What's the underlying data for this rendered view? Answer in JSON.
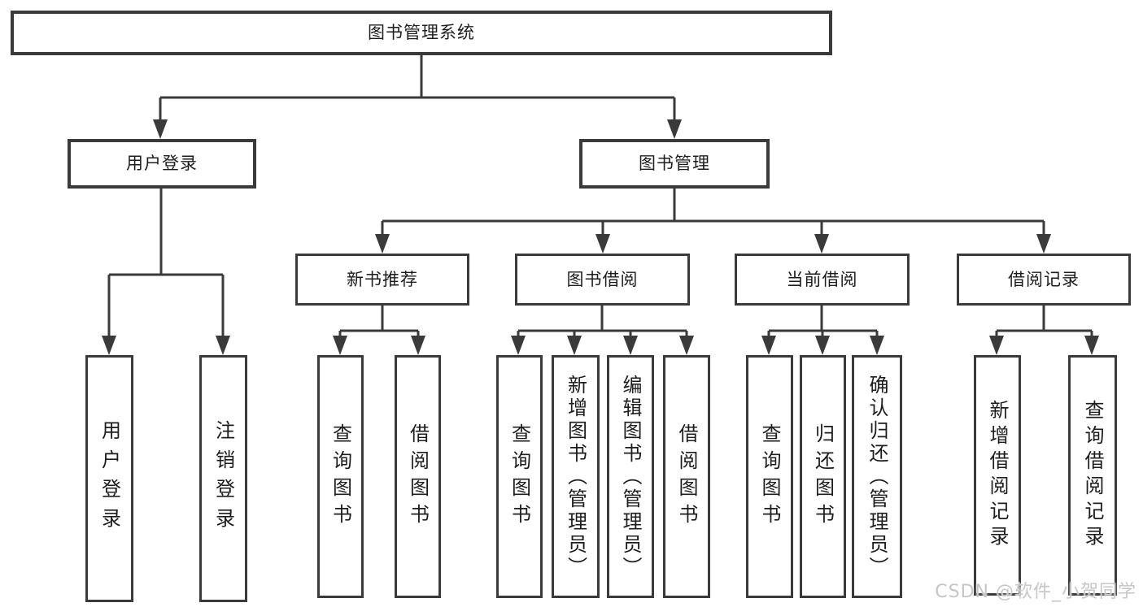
{
  "diagram": {
    "title": "图书管理系统",
    "watermark": "CSDN @软件_小贺同学",
    "colors": {
      "line": "#3a3a3a",
      "border": "#3a3a3a",
      "text": "#1d1d1d",
      "background": "#ffffff",
      "watermark": "#c6c6c6"
    },
    "nodes": [
      {
        "id": "root",
        "label": "图书管理系统"
      },
      {
        "id": "user-login-group",
        "label": "用户登录"
      },
      {
        "id": "book-management",
        "label": "图书管理"
      },
      {
        "id": "new-book-recommend",
        "label": "新书推荐"
      },
      {
        "id": "book-borrow",
        "label": "图书借阅"
      },
      {
        "id": "current-borrow",
        "label": "当前借阅"
      },
      {
        "id": "borrow-records",
        "label": "借阅记录"
      },
      {
        "id": "user-login",
        "label": "用户登录"
      },
      {
        "id": "logout-login",
        "label": "注销登录"
      },
      {
        "id": "query-books-recommend",
        "label": "查询图书"
      },
      {
        "id": "borrow-books-recommend",
        "label": "借阅图书"
      },
      {
        "id": "query-books-borrow",
        "label": "查询图书"
      },
      {
        "id": "add-books-admin",
        "label": "新增图书（管理员）"
      },
      {
        "id": "edit-books-admin",
        "label": "编辑图书（管理员）"
      },
      {
        "id": "borrow-books-borrow",
        "label": "借阅图书"
      },
      {
        "id": "query-books-current",
        "label": "查询图书"
      },
      {
        "id": "return-books",
        "label": "归还图书"
      },
      {
        "id": "confirm-return-admin",
        "label": "确认归还（管理员）"
      },
      {
        "id": "add-borrow-record",
        "label": "新增借阅记录"
      },
      {
        "id": "query-borrow-record",
        "label": "查询借阅记录"
      }
    ],
    "edges": [
      {
        "from": "root",
        "to": [
          "user-login-group",
          "book-management"
        ]
      },
      {
        "from": "user-login-group",
        "to": [
          "user-login",
          "logout-login"
        ]
      },
      {
        "from": "book-management",
        "to": [
          "new-book-recommend",
          "book-borrow",
          "current-borrow",
          "borrow-records"
        ]
      },
      {
        "from": "new-book-recommend",
        "to": [
          "query-books-recommend",
          "borrow-books-recommend"
        ]
      },
      {
        "from": "book-borrow",
        "to": [
          "query-books-borrow",
          "add-books-admin",
          "edit-books-admin",
          "borrow-books-borrow"
        ]
      },
      {
        "from": "current-borrow",
        "to": [
          "query-books-current",
          "return-books",
          "confirm-return-admin"
        ]
      },
      {
        "from": "borrow-records",
        "to": [
          "add-borrow-record",
          "query-borrow-record"
        ]
      }
    ]
  }
}
